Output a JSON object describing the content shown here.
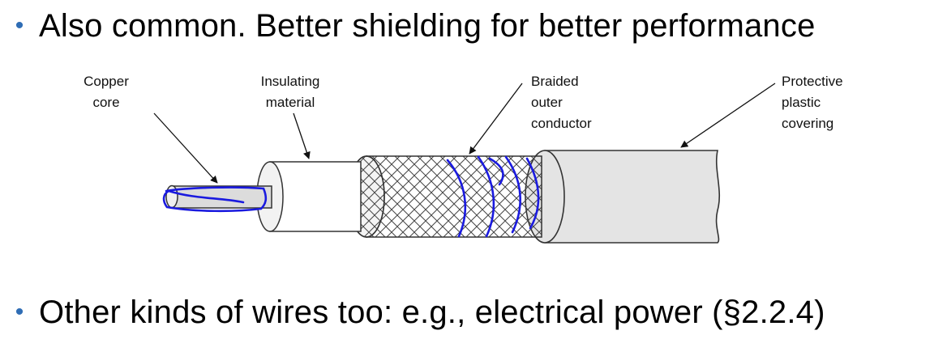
{
  "slide": {
    "bullet1": "Also common. Better shielding for better performance",
    "bullet2": "Other kinds of wires too: e.g., electrical power (§2.2.4)",
    "bullet_symbol": "•"
  },
  "diagram": {
    "labels": {
      "copper_core": [
        "Copper",
        "core"
      ],
      "insulating_material": [
        "Insulating",
        "material"
      ],
      "braided_outer_conductor": [
        "Braided",
        "outer",
        "conductor"
      ],
      "protective_plastic_covering": [
        "Protective",
        "plastic",
        "covering"
      ]
    },
    "colors": {
      "annotation_ink": "#1a1adf",
      "bullet": "#2f6db5",
      "cable_fill": "#e4e4e4"
    }
  }
}
